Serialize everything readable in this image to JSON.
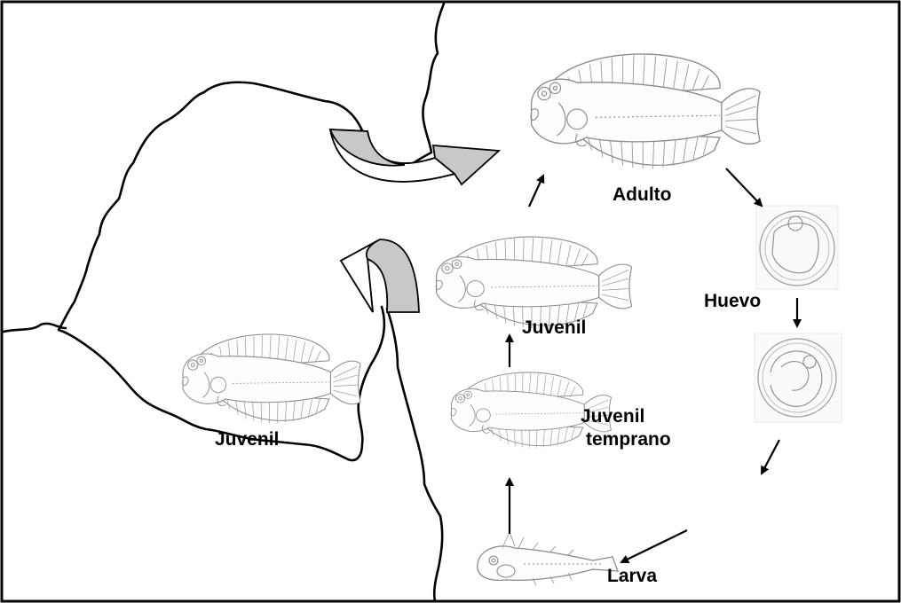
{
  "labels": {
    "adulto": "Adulto",
    "huevo": "Huevo",
    "juvenil_cycle": "Juvenil",
    "juvenil_temprano_1": "Juvenil",
    "juvenil_temprano_2": "temprano",
    "larva": "Larva",
    "juvenil_estuary": "Juvenil"
  },
  "colors": {
    "frame": "#000000",
    "coastline": "#000000",
    "migration_arrow_fill": "#c8c8c8",
    "drawing_stroke": "#8a8a8a"
  },
  "icons": [
    "adult-flatfish",
    "egg-early",
    "egg-developing",
    "larva-fish",
    "early-juvenile-fish",
    "juvenile-fish",
    "migration-arrow-out",
    "migration-arrow-in",
    "cycle-arrow"
  ]
}
